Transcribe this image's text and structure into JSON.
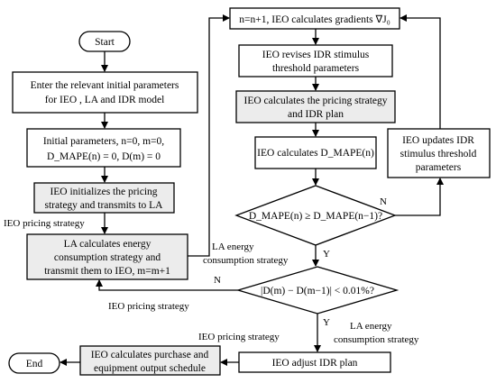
{
  "nodes": {
    "start": "Start",
    "init_enter": [
      "Enter the relevant initial parameters",
      "for IEO , LA and IDR model"
    ],
    "init_params": [
      "Initial parameters, n=0, m=0,",
      "D_MAPE(n) = 0, D(m) = 0"
    ],
    "ieo_init_pricing": [
      "IEO initializes the pricing",
      "strategy and transmits to LA"
    ],
    "la_calc": [
      "LA calculates energy",
      "consumption strategy and",
      "transmit them to IEO, m=m+1"
    ],
    "n_increment": "n=n+1, IEO calculates gradients ∇J₀",
    "ieo_revise": [
      "IEO revises IDR stimulus",
      "threshold parameters"
    ],
    "ieo_pricing_idr": [
      "IEO calculates the pricing strategy",
      "and IDR plan"
    ],
    "ieo_calc_dmape": "IEO calculates D_MAPE(n)",
    "decision_dmape": "D_MAPE(n) ≥ D_MAPE(n−1)?",
    "ieo_update": [
      "IEO updates IDR",
      "stimulus threshold",
      "parameters"
    ],
    "decision_dm": "|D(m) − D(m−1)| < 0.01%?",
    "ieo_adjust": "IEO adjust IDR plan",
    "ieo_schedule": [
      "IEO calculates purchase and",
      "equipment output schedule"
    ],
    "end": "End"
  },
  "labels": {
    "ieo_pricing_1": "IEO pricing strategy",
    "la_energy_1": [
      "LA energy",
      "consumption strategy"
    ],
    "n_dmape": "N",
    "y_dmape": "Y",
    "n_dm": "N",
    "ieo_pricing_2": "IEO pricing strategy",
    "y_dm": "Y",
    "ieo_pricing_3": "IEO pricing strategy",
    "la_energy_2": [
      "LA energy",
      "consumption strategy"
    ]
  }
}
